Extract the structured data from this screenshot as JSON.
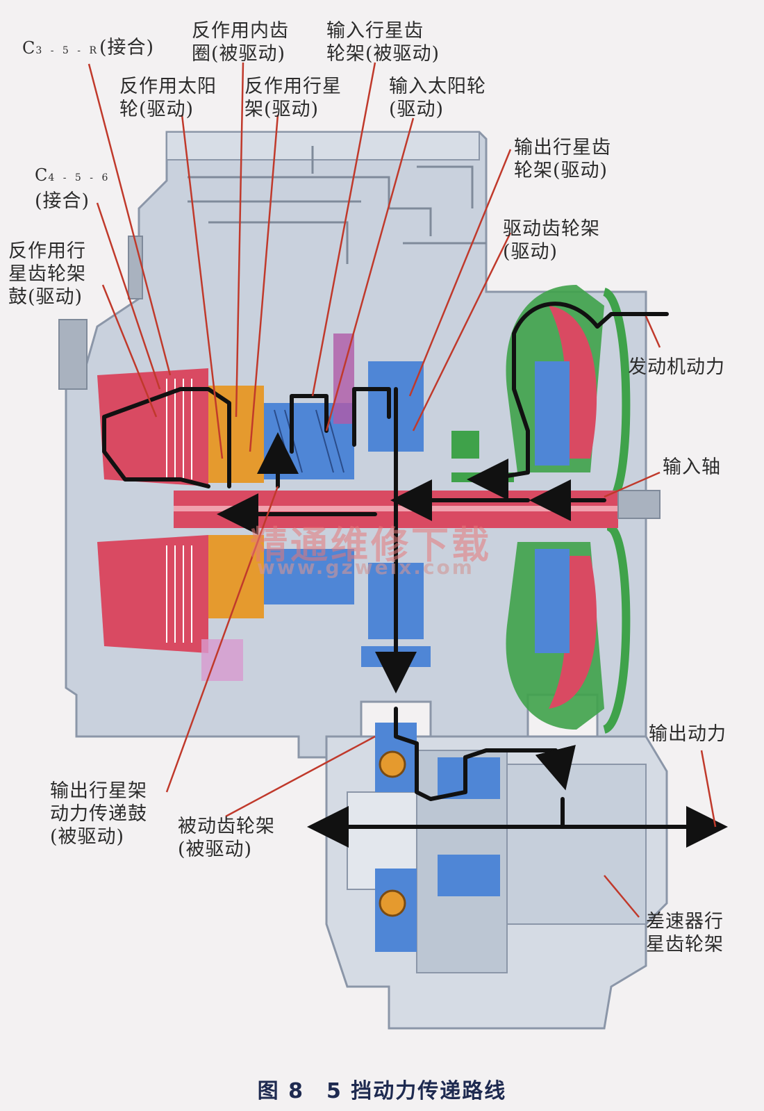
{
  "labels": {
    "c35r": {
      "main": "C",
      "sub": "3 - 5 - R",
      "tail": "(接合)"
    },
    "c456": {
      "main": "C",
      "sub": "4 - 5 - 6",
      "tail": "(接合)"
    },
    "reaction_ring": [
      "反作用内齿",
      "圈(被驱动)"
    ],
    "input_carrier": [
      "输入行星齿",
      "轮架(被驱动)"
    ],
    "reaction_sun": [
      "反作用太阳",
      "轮(驱动)"
    ],
    "reaction_carrier": [
      "反作用行星",
      "架(驱动)"
    ],
    "input_sun": [
      "输入太阳轮",
      "(驱动)"
    ],
    "output_carrier": [
      "输出行星齿",
      "轮架(驱动)"
    ],
    "drive_gear_carrier": [
      "驱动齿轮架",
      "(驱动)"
    ],
    "reaction_carrier_drum": [
      "反作用行",
      "星齿轮架",
      "鼓(驱动)"
    ],
    "engine_power": "发动机动力",
    "input_shaft": "输入轴",
    "output_power": "输出动力",
    "output_carrier_drum": [
      "输出行星架",
      "动力传递鼓",
      "(被驱动)"
    ],
    "driven_gear_carrier": [
      "被动齿轮架",
      "(被驱动)"
    ],
    "diff_carrier": [
      "差速器行",
      "星齿轮架"
    ]
  },
  "caption": "图 8　5 挡动力传递路线",
  "watermark": {
    "text": "精通维修下载",
    "url": "www.gzweix.com"
  },
  "colors": {
    "housing": "#c9d1dd",
    "housing_line": "#8b96a8",
    "clutch": "#d94a62",
    "planet_blue": "#4f86d6",
    "orange": "#e59a2e",
    "converter": "#3fa24a",
    "flow": "#111111",
    "leader": "#c0392b"
  }
}
